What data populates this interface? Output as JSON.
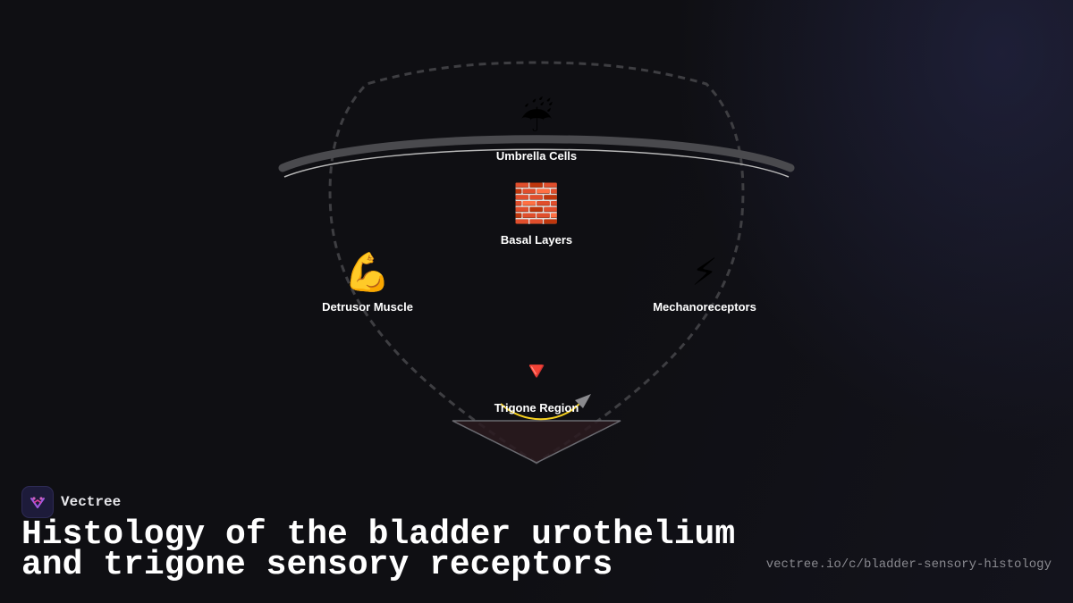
{
  "diagram": {
    "nodes": [
      {
        "id": "umbrella",
        "label": "Umbrella Cells",
        "icon": "umbrella-with-rain-icon",
        "glyph": "☔"
      },
      {
        "id": "basal",
        "label": "Basal Layers",
        "icon": "brick-icon",
        "glyph": "🧱"
      },
      {
        "id": "detrusor",
        "label": "Detrusor Muscle",
        "icon": "flexed-biceps-icon",
        "glyph": "💪"
      },
      {
        "id": "mechano",
        "label": "Mechanoreceptors",
        "icon": "lightning-icon",
        "glyph": "⚡"
      },
      {
        "id": "trigone",
        "label": "Trigone Region",
        "icon": "red-triangle-down-icon",
        "glyph": "🔻"
      }
    ],
    "colors": {
      "outline_dashed": "#3e3e42",
      "urothelium_band": "#4a4a4e",
      "urothelium_line": "#b8b8b8",
      "trigone_fill": "#2a1a1e",
      "trigone_stroke": "#6a6a70",
      "arrow_accent": "#f5d020",
      "arrowhead": "#8a8a8e"
    }
  },
  "footer": {
    "brand_name": "Vectree",
    "brand_icon": "vectree-logo-icon",
    "title": "Histology of the bladder urothelium and trigone sensory receptors",
    "url": "vectree.io/c/bladder-sensory-histology"
  }
}
